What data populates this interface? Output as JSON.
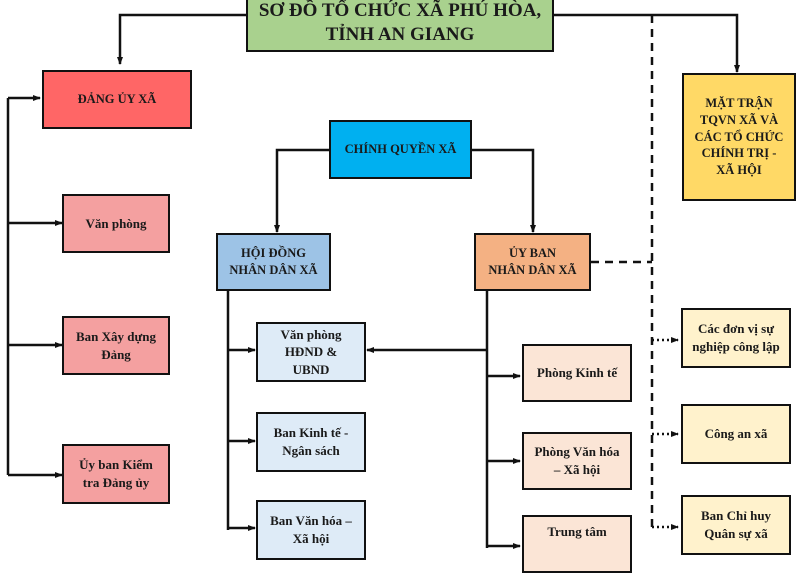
{
  "title": "SƠ ĐỒ TỔ CHỨC XÃ PHÚ HÒA,\nTỈNH AN GIANG",
  "party": {
    "head": "ĐẢNG ỦY XÃ",
    "units": [
      "Văn phòng",
      "Ban Xây dựng\nĐảng",
      "Ủy ban Kiểm\ntra Đảng ủy"
    ]
  },
  "government": {
    "head": "CHÍNH QUYỀN XÃ",
    "council": {
      "name": "HỘI ĐỒNG\nNHÂN DÂN XÃ",
      "units": [
        "Văn phòng\nHĐND &\nUBND",
        "Ban Kinh tế -\nNgân sách",
        "Ban Văn hóa –\nXã hội"
      ]
    },
    "committee": {
      "name": "ỦY BAN\nNHÂN DÂN XÃ",
      "units": [
        "Phòng Kinh tế",
        "Phòng Văn hóa\n– Xã hội",
        "Trung tâm"
      ]
    }
  },
  "front": {
    "name": "MẶT TRẬN\nTQVN XÃ VÀ\nCÁC TỔ CHỨC\nCHÍNH TRỊ -\nXÃ HỘI"
  },
  "affiliated": [
    "Các đơn vị sự\nnghiệp công lập",
    "Công an xã",
    "Ban Chỉ huy\nQuân sự xã"
  ],
  "colors": {
    "title": "#a9d18e",
    "party_head": "#ff6666",
    "party_unit": "#f4a0a0",
    "gov_head": "#00b0f0",
    "council": "#9dc3e6",
    "council_unit": "#deebf7",
    "committee": "#f4b183",
    "committee_unit": "#fbe5d6",
    "front": "#ffd966",
    "affiliated": "#fff2cc"
  }
}
